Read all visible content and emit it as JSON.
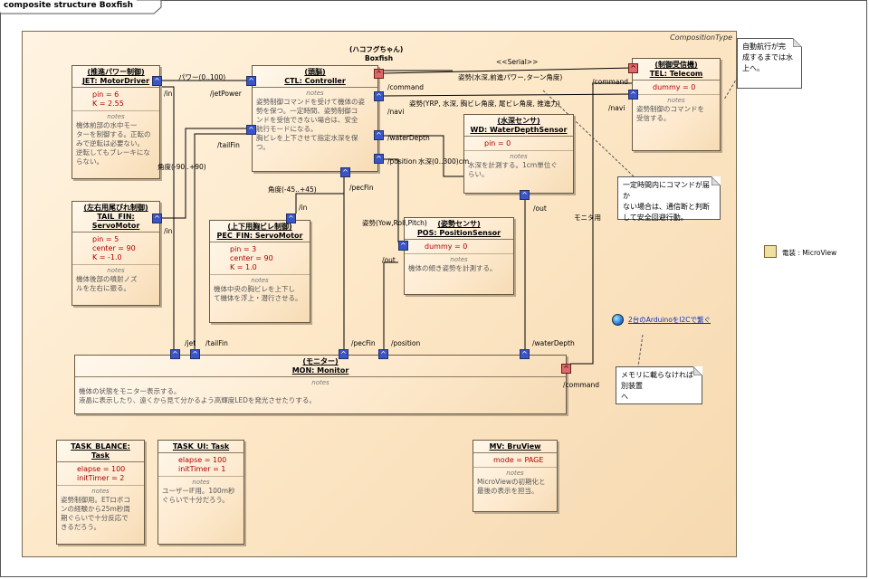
{
  "frame": {
    "title": "composite structure Boxfish"
  },
  "composite": {
    "type_label": "CompositionType",
    "stereotype": "(ハコフグちゃん)",
    "name": "Boxfish"
  },
  "parts": {
    "jet": {
      "stereo": "(推進パワー制御)",
      "name": "JET: MotorDriver",
      "attrs": [
        "pin = 6",
        "K = 2.55"
      ],
      "notes_label": "notes",
      "notes": [
        "機体前部の水中モー",
        "ターを制御する。正転の",
        "みで逆転は必要ない。",
        "逆転してもブレーキにな",
        "らない。"
      ]
    },
    "ctl": {
      "stereo": "(頭脳)",
      "name": "CTL: Controller",
      "notes_label": "notes",
      "notes": [
        "姿勢制御コマンドを受けて機体の姿",
        "勢を保つ。一定時間、姿勢制御コ",
        "ンドを受信できない場合は、安全",
        "航行モードになる。",
        "胸ビレを上下させて指定水深を保",
        "つ。"
      ]
    },
    "tel": {
      "stereo": "(制御受信機)",
      "name": "TEL: Telecom",
      "attrs": [
        "dummy = 0"
      ],
      "notes_label": "notes",
      "notes": [
        "姿勢制御のコマンドを",
        "受信する。"
      ]
    },
    "tail": {
      "stereo": "(左右用尾びれ制御)",
      "name": "TAIL_FIN:",
      "name2": "ServoMotor",
      "attrs": [
        "pin = 5",
        "center = 90",
        "K = -1.0"
      ],
      "notes_label": "notes",
      "notes": [
        "機体後部の噴射ノズ",
        "ルを左右に振る。"
      ]
    },
    "pec": {
      "stereo": "(上下用胸ビレ制御)",
      "name": "PEC_FIN: ServoMotor",
      "attrs": [
        "pin = 3",
        "center = 90",
        "K = 1.0"
      ],
      "notes_label": "notes",
      "notes": [
        "機体中央の胸ビレを上下し",
        "て機体を浮上・潜行させる。"
      ]
    },
    "wd": {
      "stereo": "(水深センサ)",
      "name": "WD: WaterDepthSensor",
      "attrs": [
        "pin = 0"
      ],
      "notes_label": "notes",
      "notes": [
        "水深を計測する。1cm単位ぐ",
        "らい。"
      ]
    },
    "pos": {
      "stereo": "(姿勢センサ)",
      "name": "POS: PositionSensor",
      "attrs": [
        "dummy = 0"
      ],
      "notes_label": "notes",
      "notes": [
        "機体の傾き姿勢を計測する。"
      ]
    },
    "mon": {
      "stereo": "(モニター)",
      "name": "MON: Monitor",
      "notes_label": "notes",
      "notes": [
        "機体の状態をモニター表示する。",
        "液晶に表示したり、遠くから見て分かるよう高輝度LEDを発光させたりする。"
      ]
    },
    "blance": {
      "name": "TASK_BLANCE:",
      "name2": "Task",
      "attrs": [
        "elapse = 100",
        "initTimer = 2"
      ],
      "notes_label": "notes",
      "notes": [
        "姿勢制御用。ETロボコ",
        "ンの経験から25m秒周",
        "期ぐらいで十分反応で",
        "きるだろう。"
      ]
    },
    "ui": {
      "name": "TASK_UI: Task",
      "attrs": [
        "elapse = 100",
        "initTimer = 1"
      ],
      "notes_label": "notes",
      "notes": [
        "ユーザーIF用。100m秒",
        "ぐらいで十分だろう。"
      ]
    },
    "mv": {
      "name": "MV: BruView",
      "attrs": [
        "mode = PAGE"
      ],
      "notes_label": "notes",
      "notes": [
        "MicroViewの初期化と",
        "最後の表示を担当。"
      ]
    }
  },
  "ports": {
    "in": "/in",
    "jetPower": "/jetPower",
    "tailFin": "/tailFin",
    "command": "/command",
    "navi": "/navi",
    "waterDepth": "/waterDepth",
    "position": "/position",
    "pecFin": "/pecFin",
    "out": "/out",
    "jet": "/jet"
  },
  "connectors": {
    "power": "パワー(0..100)",
    "serial": "<<Serial>>",
    "attitude_cmd": "姿勢(水深,前進パワー,ターン角度)",
    "attitude_info": "姿勢(YRP, 水深, 胸ビレ角度, 尾ビレ角度, 推進力)",
    "tail_angle": "角度(-90..+90)",
    "pec_angle": "角度(-45..+45)",
    "depth": "水深(0..300)cm",
    "pos_signal": "姿勢(Yow,Roll,Pitch)",
    "monitor": "モニタ用"
  },
  "notes": {
    "auto_nav": [
      "自動航行が完",
      "成するまでは水",
      "上へ。"
    ],
    "timeout": [
      "一定時間内にコマンドが届か",
      "ない場合は、通信断と判断",
      "して安全回避行動。"
    ],
    "memory": [
      "メモリに載らなければ別装置",
      "へ"
    ]
  },
  "link": {
    "text": "2台のArduinoをI2Cで繋ぐ",
    "icon": "globe-icon"
  },
  "power_label": "電装 : MicroView",
  "colors": {
    "port_blue": "#3a55c8",
    "port_red": "#e06868",
    "attr_red": "#b00000",
    "comp_bg": "#fde8c8"
  }
}
